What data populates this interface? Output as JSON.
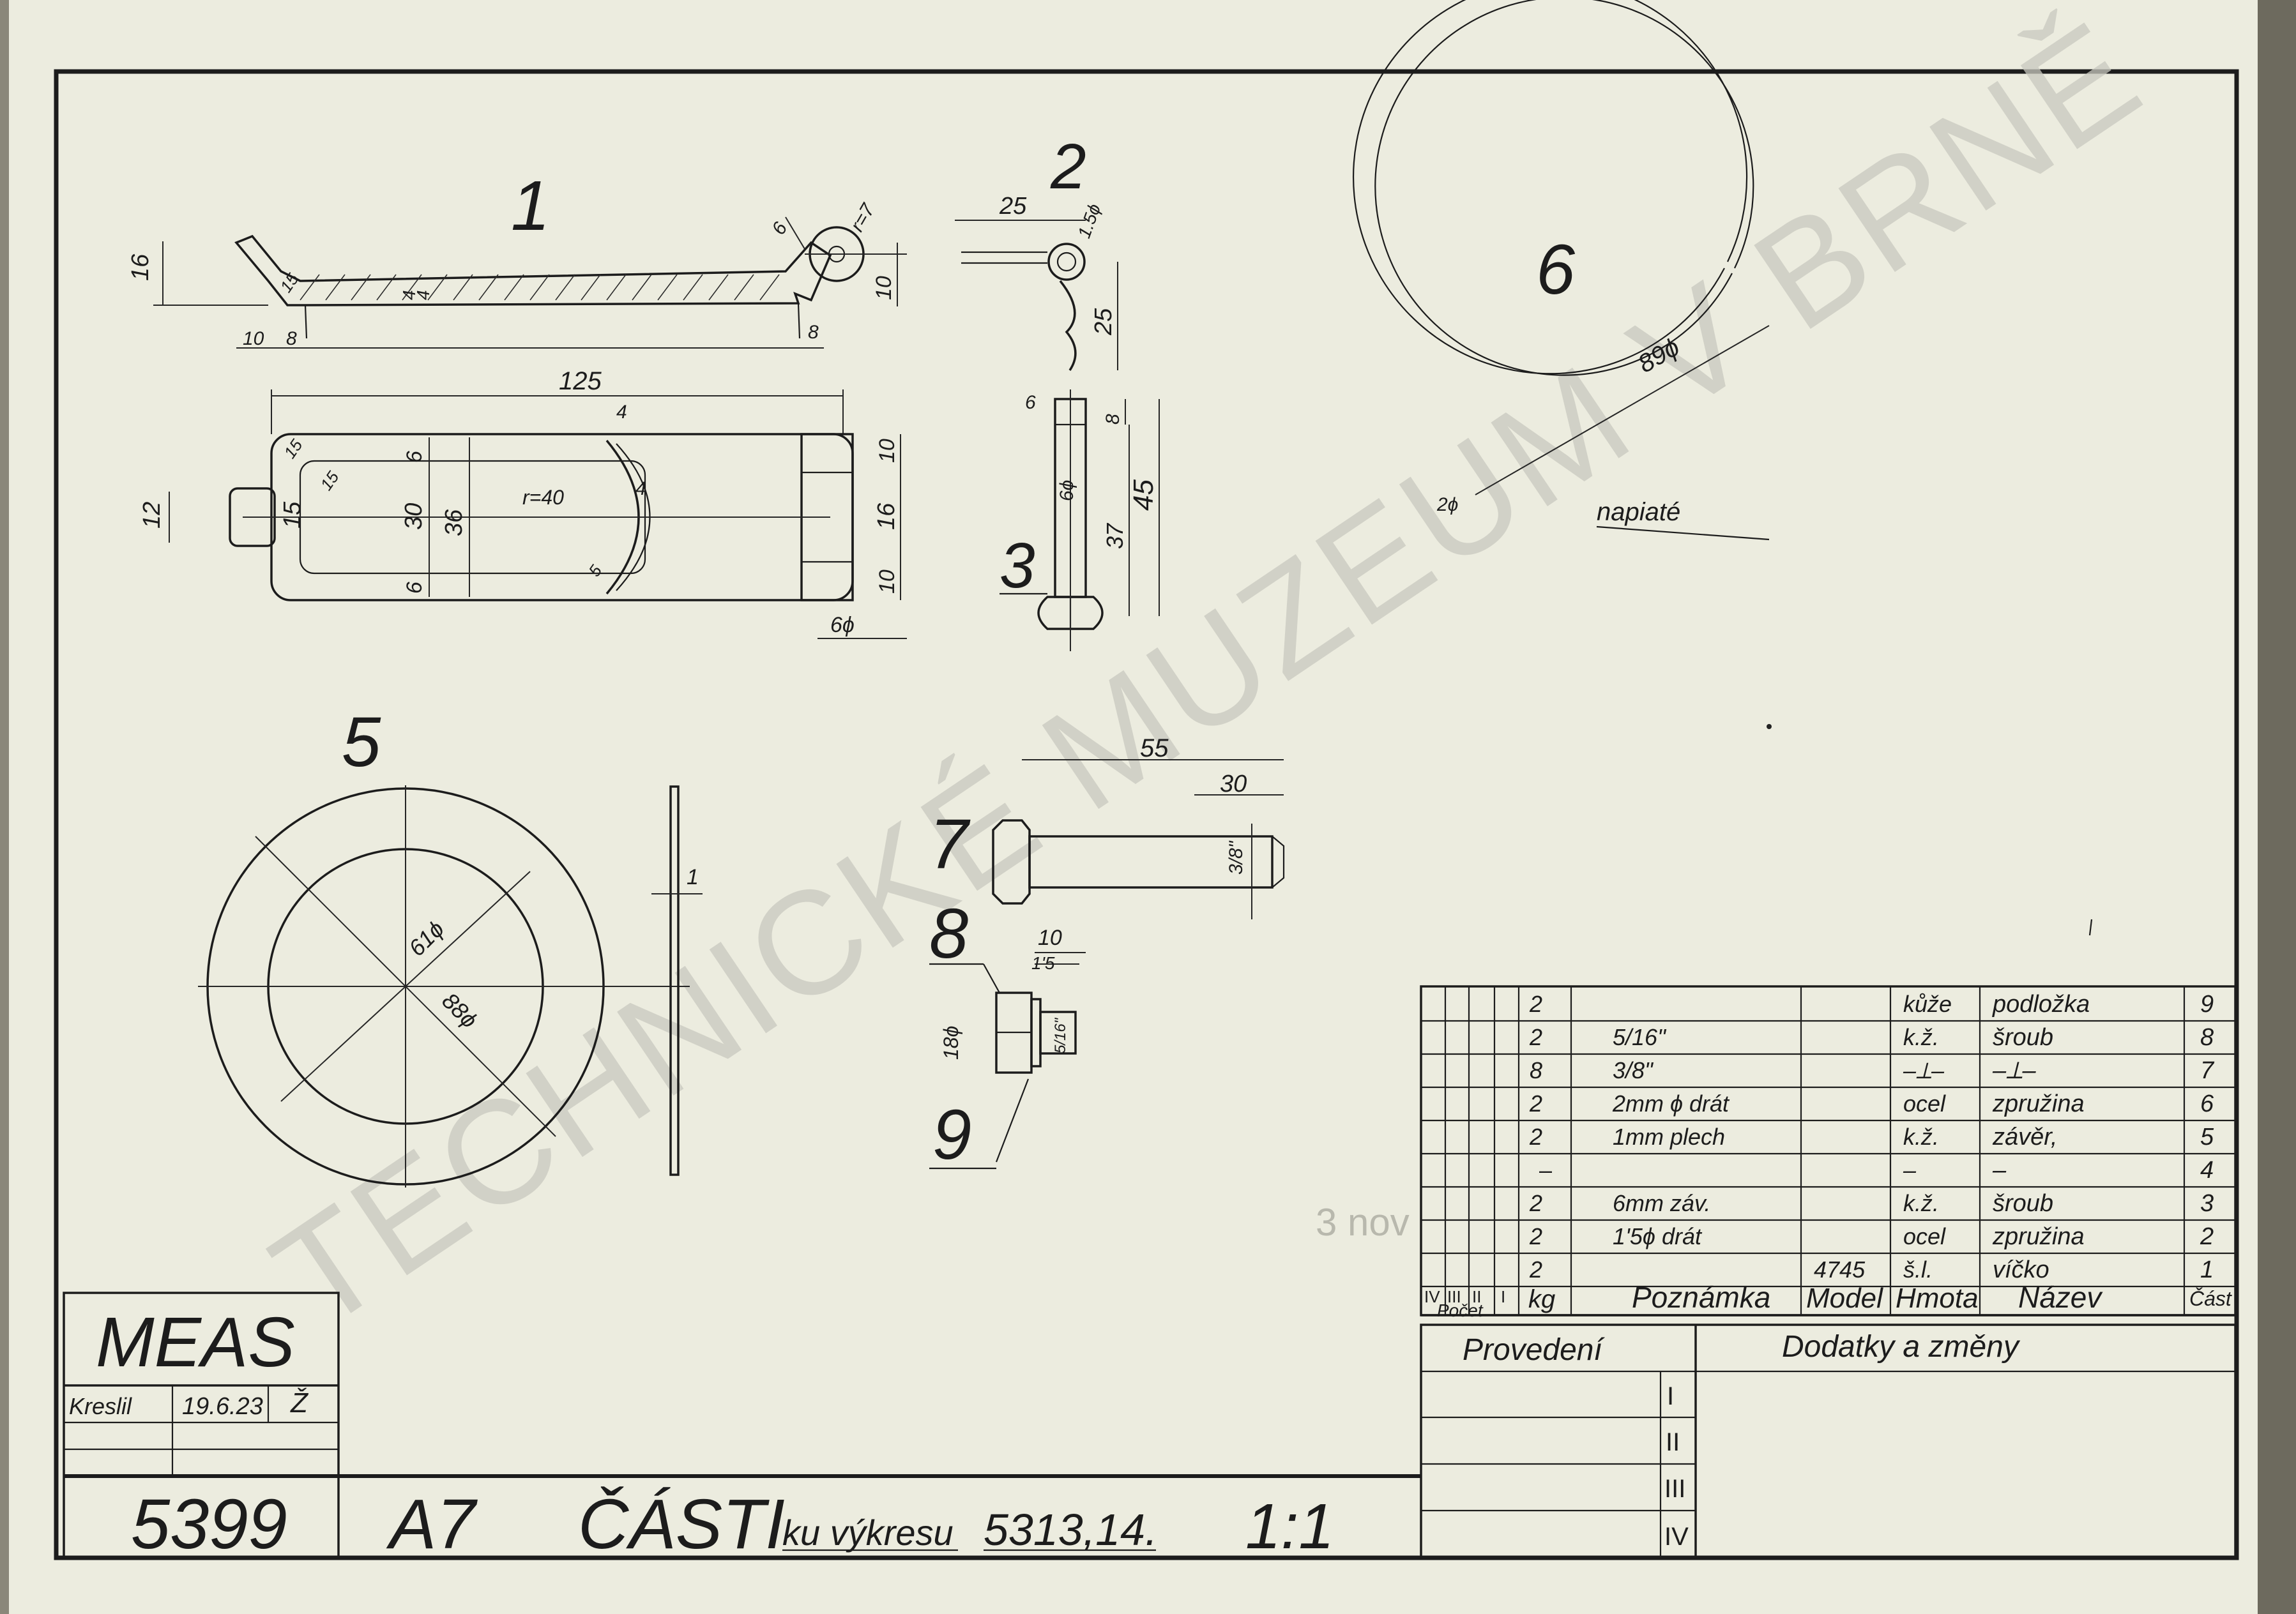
{
  "drawing": {
    "part_numbers": {
      "p1": "1",
      "p2": "2",
      "p3": "3",
      "p5": "5",
      "p6": "6",
      "p7": "7",
      "p8": "8",
      "p9": "9"
    },
    "dims": {
      "p1_16": "16",
      "p1_15": "15",
      "p1_4a": "4",
      "p1_4b": "4",
      "p1_6t": "6",
      "p1_r7": "r=7",
      "p1_10r": "10",
      "p1_10b": "10",
      "p1_8a": "8",
      "p1_8b": "8",
      "p1_125": "125",
      "p1_4c": "4",
      "p1_15a": "15",
      "p1_15b": "15",
      "p1_12": "12",
      "p1_15c": "15",
      "p1_6a": "6",
      "p1_30": "30",
      "p1_36": "36",
      "p1_6b": "6",
      "p1_r40": "r=40",
      "p1_4d": "4",
      "p1_5": "5",
      "p1_10c": "10",
      "p1_16b": "16",
      "p1_10d": "10",
      "p1_6phi": "6ϕ",
      "p2_25a": "25",
      "p2_15phi": "1.5ϕ",
      "p2_25b": "25",
      "p3_6": "6",
      "p3_8": "8",
      "p3_6phi": "6ϕ",
      "p3_37": "37",
      "p3_45": "45",
      "p5_61": "61ϕ",
      "p5_88": "88ϕ",
      "p5_1": "1",
      "p6_89": "89ϕ",
      "p6_2": "2ϕ",
      "p6_napiate": "napiaté",
      "p7_55": "55",
      "p7_30": "30",
      "p7_38": "3/8\"",
      "p8_10": "10",
      "p8_15": "1'5",
      "p8_18": "18ϕ",
      "p8_516": "5/16\""
    },
    "stamp_text": "3 nov"
  },
  "watermark": {
    "text": "TECHNICKÉ MUZEUM V BRNĚ"
  },
  "parts_table": {
    "rows": [
      {
        "pocet": "2",
        "poznamka": "",
        "model": "",
        "hmota": "kůže",
        "nazev": "podložka",
        "cast": "9"
      },
      {
        "pocet": "2",
        "poznamka": "5/16\"",
        "model": "",
        "hmota": "k.ž.",
        "nazev": "šroub",
        "cast": "8"
      },
      {
        "pocet": "8",
        "poznamka": "3/8\"",
        "model": "",
        "hmota": "–⟂–",
        "nazev": "–⟂–",
        "cast": "7"
      },
      {
        "pocet": "2",
        "poznamka": "2mm ϕ drát",
        "model": "",
        "hmota": "ocel",
        "nazev": "zpružina",
        "cast": "6"
      },
      {
        "pocet": "2",
        "poznamka": "1mm plech",
        "model": "",
        "hmota": "k.ž.",
        "nazev": "závěr,",
        "cast": "5"
      },
      {
        "pocet": "",
        "poznamka": "",
        "model": "",
        "hmota": "–",
        "nazev": "–",
        "cast": "4"
      },
      {
        "pocet": "2",
        "poznamka": "6mm záv.",
        "model": "",
        "hmota": "k.ž.",
        "nazev": "šroub",
        "cast": "3"
      },
      {
        "pocet": "2",
        "poznamka": "1'5ϕ drát",
        "model": "",
        "hmota": "ocel",
        "nazev": "zpružina",
        "cast": "2"
      },
      {
        "pocet": "2",
        "poznamka": "",
        "model": "4745",
        "hmota": "š.l.",
        "nazev": "víčko",
        "cast": "1"
      }
    ],
    "roman": [
      "IV",
      "III",
      "II",
      "I"
    ],
    "headers": {
      "pocet": "Počet",
      "kg": "kg",
      "poznamka": "Poznámka",
      "model": "Model",
      "hmota": "Hmota",
      "nazev": "Název",
      "cast": "Část"
    },
    "dash_row4": "–"
  },
  "revision_block": {
    "provedeni": "Provedení",
    "dodatky": "Dodatky a změny",
    "rows": [
      "I",
      "II",
      "III",
      "IV"
    ]
  },
  "title_block": {
    "company": "MEAS",
    "kreslil_label": "Kreslil",
    "date": "19.6.23",
    "signature": "Ž",
    "drawing_number": "5399",
    "format": "A7",
    "title": "ČÁSTI",
    "subtitle": "ku výkresu",
    "ref_drawing": "5313,14.",
    "scale": "1:1"
  }
}
